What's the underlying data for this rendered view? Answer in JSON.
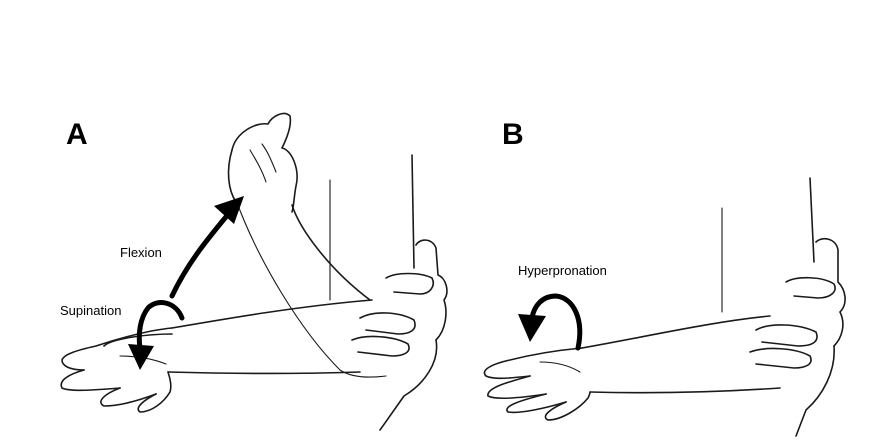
{
  "panels": [
    {
      "letter": "A",
      "labels": {
        "flexion": "Flexion",
        "supination": "Supination"
      }
    },
    {
      "letter": "B",
      "labels": {
        "hyperpronation": "Hyperpronation"
      }
    }
  ],
  "colors": {
    "ink": "#1a1a1a",
    "background": "#ffffff"
  }
}
